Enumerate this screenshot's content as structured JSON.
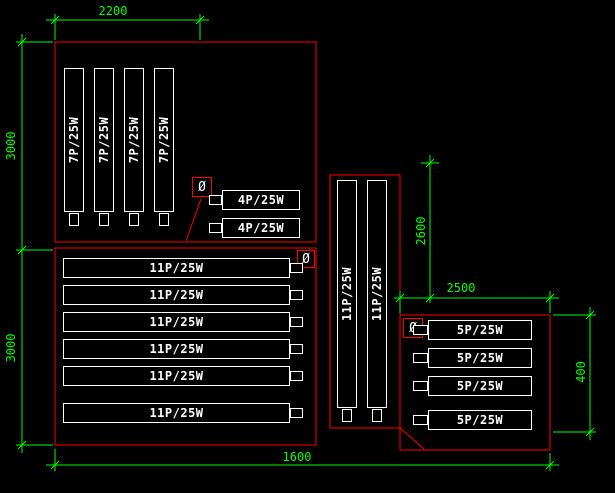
{
  "colors": {
    "background": "#000000",
    "outline": "#ff0000",
    "fixture": "#ffffff",
    "dimension": "#00ff00"
  },
  "labels": {
    "fixture_7p": "7P/25W",
    "fixture_4p": "4P/25W",
    "fixture_11p": "11P/25W",
    "fixture_5p": "5P/25W",
    "breaker": "Ø"
  },
  "dimensions": {
    "top_width": "2200",
    "upper_left_height": "3000",
    "lower_left_height": "3000",
    "middle_height": "2600",
    "right_width": "2500",
    "right_height": "400",
    "total_width": "1600"
  },
  "counts": {
    "fixtures_7p": 4,
    "fixtures_4p": 2,
    "fixtures_11p_horizontal": 6,
    "fixtures_11p_vertical": 2,
    "fixtures_5p": 4
  }
}
